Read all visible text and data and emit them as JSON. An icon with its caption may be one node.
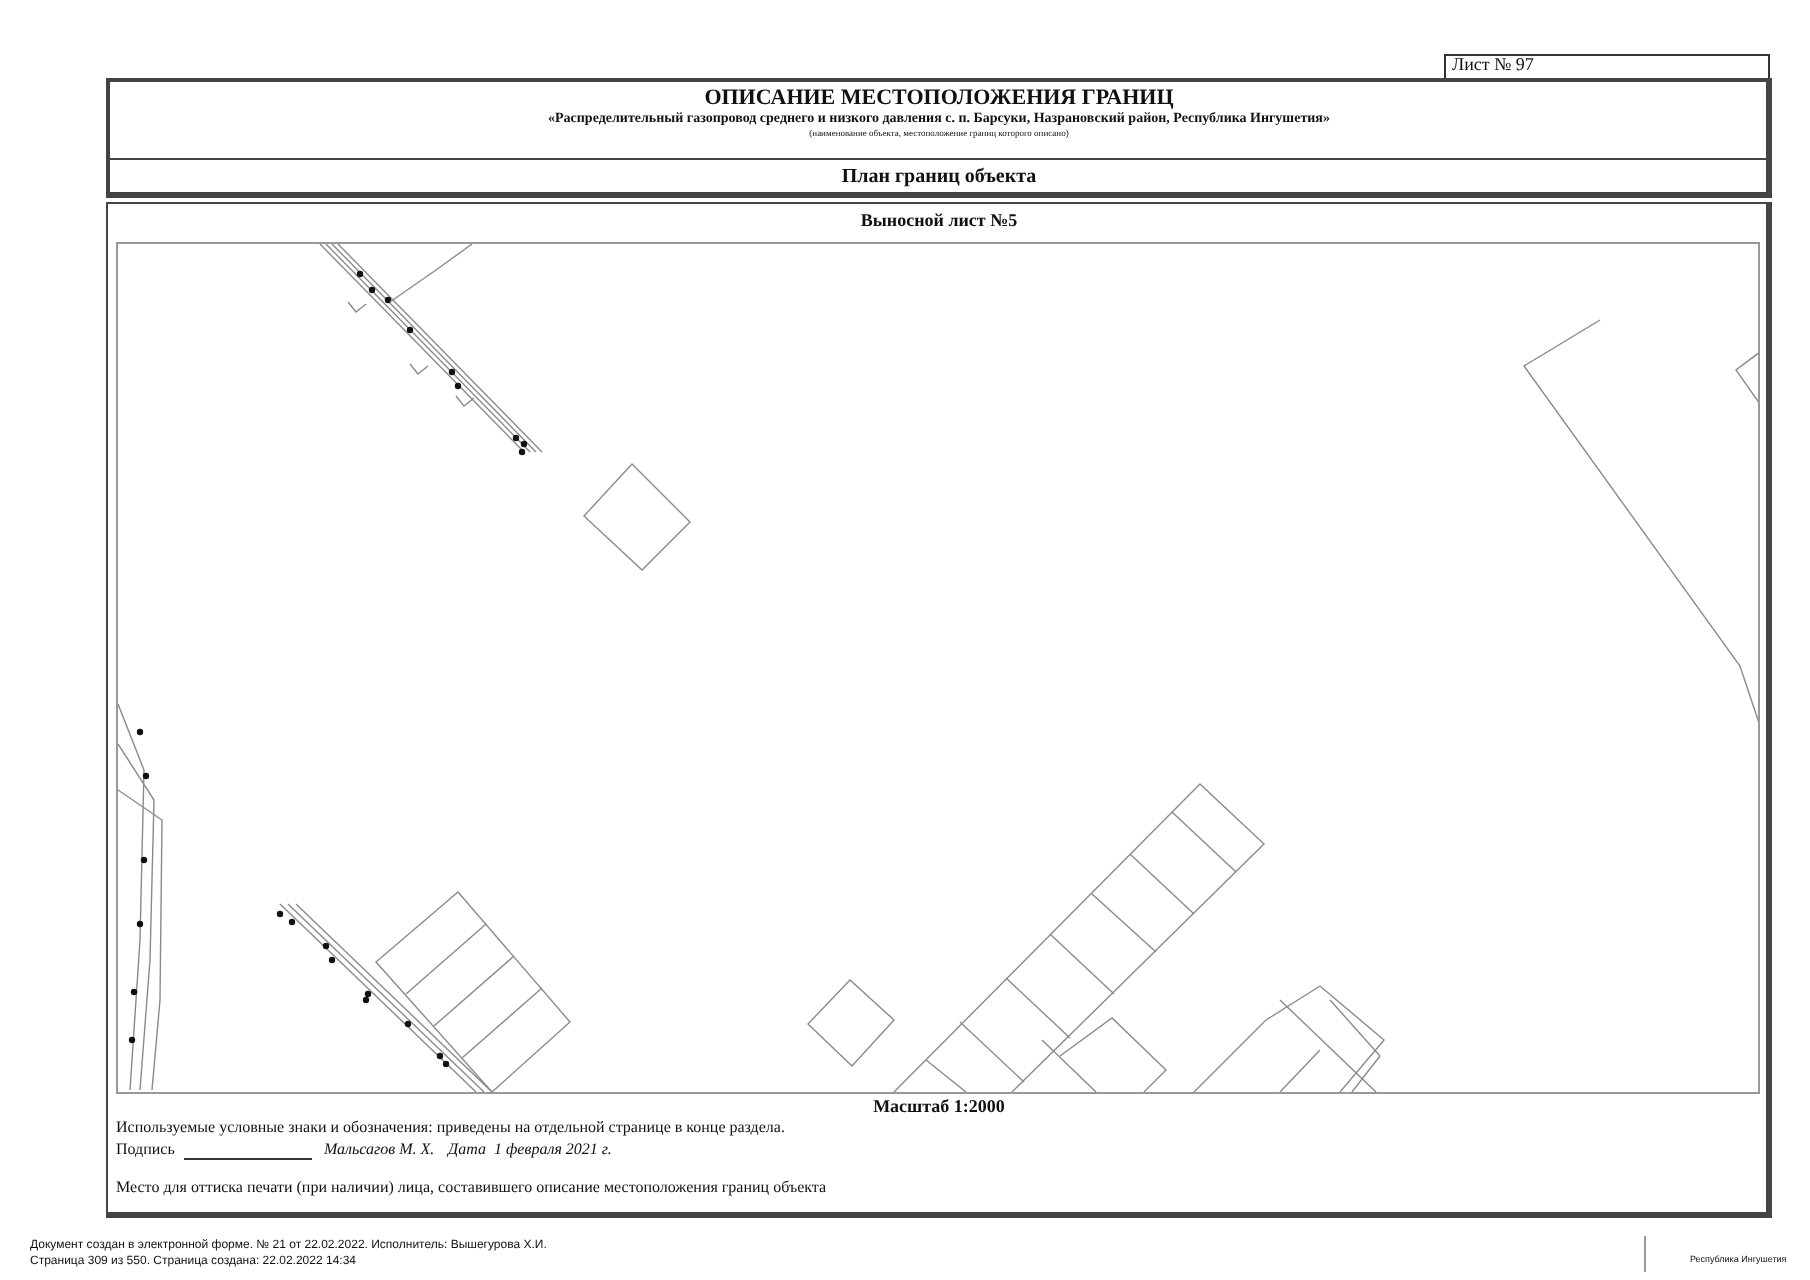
{
  "diagram": {
    "title": "ОПИСАНИЕ МЕСТОПОЛОЖЕНИЯ ГРАНИЦ",
    "labels": [
      "Лист № 97",
      "«Распределительный газопровод среднего и низкого давления с. п. Барсуки, Назрановский район, Республика Ингушетия»",
      "(наименование объекта, местоположение границ которого описано)",
      "План границ объекта",
      "Выносной лист №5",
      "Масштаб 1:2000",
      "Используемые условные знаки и обозначения: приведены на отдельной странице в конце раздела.",
      "Подпись",
      "Мальсагов М. Х.",
      "Дата",
      "1 февраля 2021 г.",
      "Место для оттиска печати (при наличии) лица, составившего описание местоположения границ объекта",
      "Документ создан в электронной форме. № 21 от 22.02.2022. Исполнитель: Вышегурова Х.И.",
      "Страница 309 из 550. Страница создана: 22.02.2022 14:34",
      "Республика Ингушетия"
    ]
  }
}
